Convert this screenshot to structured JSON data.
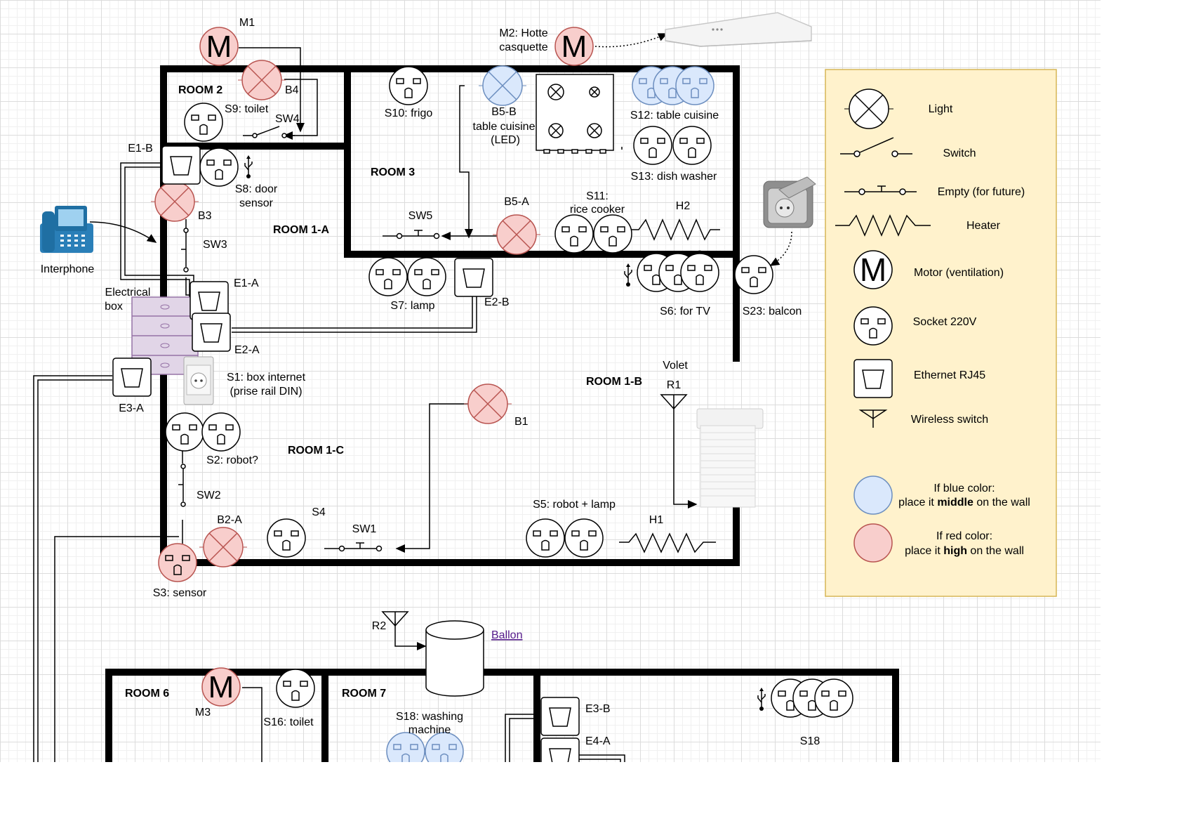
{
  "rooms": {
    "room2": "ROOM 2",
    "room3": "ROOM 3",
    "room1a": "ROOM 1-A",
    "room1b": "ROOM 1-B",
    "room1c": "ROOM 1-C",
    "room6": "ROOM 6",
    "room7": "ROOM 7"
  },
  "motors": {
    "symbol": "M",
    "m1": "M1",
    "m2_line1": "M2: Hotte",
    "m2_line2": "casquette",
    "m3": "M3"
  },
  "lights": {
    "b4": "B4",
    "b3": "B3",
    "b5b_line1": "B5-B",
    "b5b_line2": "table cuisine",
    "b5b_line3": "(LED)",
    "b5a": "B5-A",
    "b1": "B1",
    "b2a": "B2-A"
  },
  "switches": {
    "sw4": "SW4",
    "sw3": "SW3",
    "sw5": "SW5",
    "sw2": "SW2",
    "sw1": "SW1"
  },
  "sockets": {
    "s9": "S9: toilet",
    "s10": "S10: frigo",
    "s12": "S12: table cuisine",
    "s13": "S13: dish washer",
    "s8_line1": "S8: door",
    "s8_line2": "sensor",
    "s11_line1": "S11:",
    "s11_line2": "rice cooker",
    "s7": "S7: lamp",
    "s6": "S6: for TV",
    "s23": "S23: balcon",
    "s1_line1": "S1: box internet",
    "s1_line2": "(prise rail DIN)",
    "s2": "S2: robot?",
    "s4": "S4",
    "s5": "S5: robot + lamp",
    "s3": "S3: sensor",
    "s16": "S16: toilet",
    "s18_line1": "S18: washing",
    "s18_line2": "machine",
    "s18": "S18"
  },
  "ethernet": {
    "e1b": "E1-B",
    "e1a": "E1-A",
    "e2a": "E2-A",
    "e2b": "E2-B",
    "e3a": "E3-A",
    "e3b": "E3-B",
    "e4a": "E4-A"
  },
  "heaters": {
    "h2": "H2",
    "h1": "H1"
  },
  "wireless": {
    "volet": "Volet",
    "r1": "R1",
    "r2": "R2"
  },
  "misc": {
    "interphone": "Interphone",
    "electrical_box_line1": "Electrical",
    "electrical_box_line2": "box",
    "ballon_link": "Ballon"
  },
  "legend": {
    "light": "Light",
    "switch": "Switch",
    "empty": "Empty (for future)",
    "heater": "Heater",
    "motor": "Motor (ventilation)",
    "socket": "Socket 220V",
    "ethernet": "Ethernet RJ45",
    "wireless": "Wireless switch",
    "blue_line1": "If blue color:",
    "blue_line2_pre": "place it ",
    "blue_line2_bold": "middle",
    "blue_line2_post": " on the wall",
    "red_line1": "If red color:",
    "red_line2_pre": "place it ",
    "red_line2_bold": "high",
    "red_line2_post": " on the wall"
  },
  "colors": {
    "red_fill": "#f8cecc",
    "red_stroke": "#b85450",
    "blue_fill": "#dae8fc",
    "blue_stroke": "#6c8ebf",
    "legend_bg": "#fff2cc",
    "legend_border": "#d6b656",
    "ebox_fill": "#e1d5e7",
    "ebox_stroke": "#9673a6"
  }
}
